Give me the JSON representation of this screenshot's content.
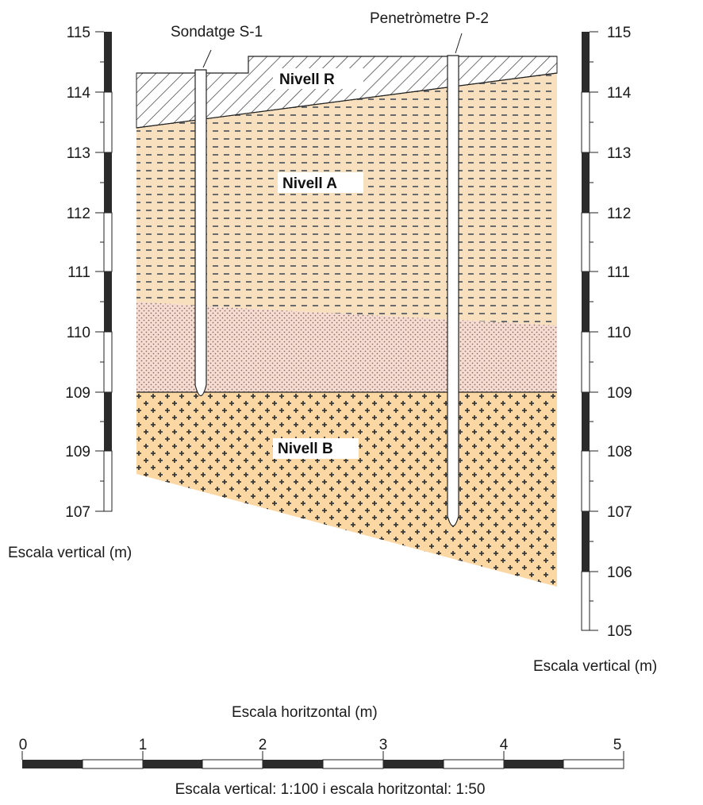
{
  "boreholes": {
    "s1": "Sondatge S-1",
    "p2": "Penetròmetre P-2"
  },
  "levels": {
    "r": "Nivell R",
    "a": "Nivell A",
    "b": "Nivell B"
  },
  "left_scale": {
    "label": "Escala vertical (m)",
    "ticks": [
      "115",
      "114",
      "113",
      "112",
      "111",
      "110",
      "109",
      "109",
      "107"
    ]
  },
  "right_scale": {
    "label": "Escala vertical (m)",
    "ticks": [
      "115",
      "114",
      "113",
      "112",
      "111",
      "110",
      "109",
      "108",
      "107",
      "106",
      "105"
    ]
  },
  "horizontal_scale": {
    "title": "Escala horitzontal (m)",
    "ticks": [
      "0",
      "1",
      "2",
      "3",
      "4",
      "5"
    ]
  },
  "footer": "Escala vertical: 1:100 i escala horitzontal: 1:50",
  "colors": {
    "fill_r": "#ffffff",
    "fill_a": "#f8dfbd",
    "fill_a_lower": "#f6dcd2",
    "fill_b": "#fbd7a4",
    "bar_dark": "#2b2b2b"
  }
}
